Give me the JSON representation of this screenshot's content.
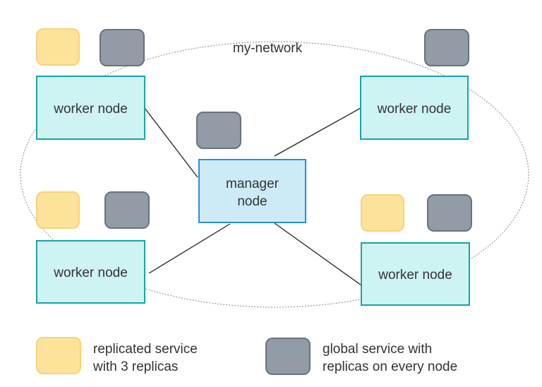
{
  "network": {
    "label": "my-network"
  },
  "manager": {
    "line1": "manager",
    "line2": "node"
  },
  "workers": [
    {
      "label": "worker node"
    },
    {
      "label": "worker node"
    },
    {
      "label": "worker node"
    },
    {
      "label": "worker node"
    }
  ],
  "legend": {
    "replicated": {
      "line1": "replicated service",
      "line2": "with 3 replicas"
    },
    "global": {
      "line1": "global service with",
      "line2": "replicas on every node"
    }
  },
  "colors": {
    "replicated_fill": "#fde29a",
    "replicated_stroke": "#f7d27a",
    "global_fill": "#919ca6",
    "global_stroke": "#67737d",
    "worker_fill": "#cdf3f3",
    "worker_stroke": "#18a3a6",
    "manager_fill": "#cdebf7",
    "manager_stroke": "#2a90c8"
  }
}
